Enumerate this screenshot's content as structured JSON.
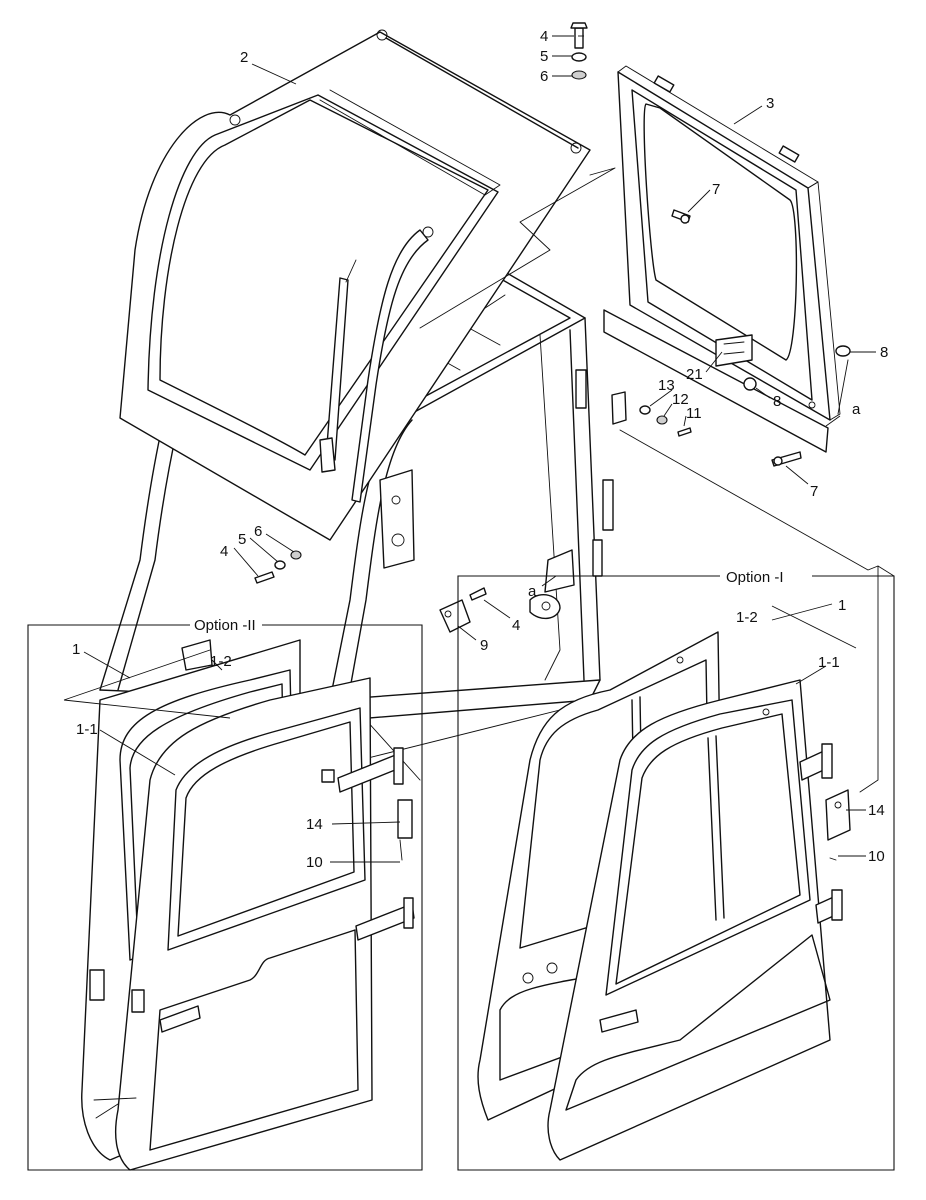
{
  "callouts": {
    "c1_top": "1",
    "c1_2_top": "1-2",
    "c1_1_top": "1-1",
    "c2": "2",
    "c3": "3",
    "c4_top": "4",
    "c5_top": "5",
    "c6_top": "6",
    "c7_upper": "7",
    "c7_lower": "7",
    "c8_right": "8",
    "c8_lower": "8",
    "c21": "21",
    "c13": "13",
    "c12": "12",
    "c11": "11",
    "ca_right": "a",
    "ca_mid": "a",
    "c4_left": "4",
    "c5_left": "5",
    "c6_left": "6",
    "c4_mid": "4",
    "c9": "9",
    "c1_left": "1",
    "c1_2_left": "1-2",
    "c1_1_left": "1-1",
    "c14_left": "14",
    "c10_left": "10",
    "c14_right": "14",
    "c10_right": "10"
  },
  "options": {
    "option_ii": "Option -II",
    "option_i": "Option -I"
  }
}
